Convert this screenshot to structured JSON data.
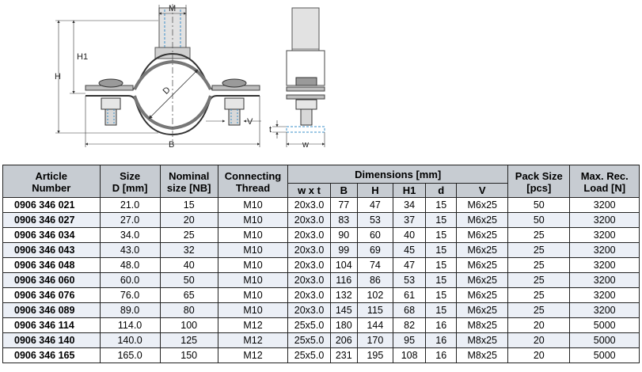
{
  "drawing": {
    "labels": {
      "m": "M",
      "h1": "H1",
      "h": "H",
      "d": "D",
      "v": "V",
      "b": "B",
      "t": "t",
      "w": "w"
    }
  },
  "table": {
    "headers": {
      "article": [
        "Article",
        "Number"
      ],
      "size": [
        "Size",
        "D [mm]"
      ],
      "nominal": [
        "Nominal",
        "size [NB]"
      ],
      "connecting": [
        "Connecting",
        "Thread"
      ],
      "dimensions": "Dimensions [mm]",
      "dim_cols": [
        "w x t",
        "B",
        "H",
        "H1",
        "d",
        "V"
      ],
      "pack": [
        "Pack Size",
        "[pcs]"
      ],
      "maxload": [
        "Max. Rec.",
        "Load [N]"
      ]
    },
    "rows": [
      [
        "0906 346 021",
        "21.0",
        "15",
        "M10",
        "20x3.0",
        "77",
        "47",
        "34",
        "15",
        "M6x25",
        "50",
        "3200"
      ],
      [
        "0906 346 027",
        "27.0",
        "20",
        "M10",
        "20x3.0",
        "83",
        "53",
        "37",
        "15",
        "M6x25",
        "50",
        "3200"
      ],
      [
        "0906 346 034",
        "34.0",
        "25",
        "M10",
        "20x3.0",
        "90",
        "60",
        "40",
        "15",
        "M6x25",
        "25",
        "3200"
      ],
      [
        "0906 346 043",
        "43.0",
        "32",
        "M10",
        "20x3.0",
        "99",
        "69",
        "45",
        "15",
        "M6x25",
        "25",
        "3200"
      ],
      [
        "0906 346 048",
        "48.0",
        "40",
        "M10",
        "20x3.0",
        "104",
        "74",
        "47",
        "15",
        "M6x25",
        "25",
        "3200"
      ],
      [
        "0906 346 060",
        "60.0",
        "50",
        "M10",
        "20x3.0",
        "116",
        "86",
        "53",
        "15",
        "M6x25",
        "25",
        "3200"
      ],
      [
        "0906 346 076",
        "76.0",
        "65",
        "M10",
        "20x3.0",
        "132",
        "102",
        "61",
        "15",
        "M6x25",
        "25",
        "3200"
      ],
      [
        "0906 346 089",
        "89.0",
        "80",
        "M10",
        "20x3.0",
        "145",
        "115",
        "68",
        "15",
        "M6x25",
        "25",
        "3200"
      ],
      [
        "0906 346 114",
        "114.0",
        "100",
        "M12",
        "25x5.0",
        "180",
        "144",
        "82",
        "16",
        "M8x25",
        "20",
        "5000"
      ],
      [
        "0906 346 140",
        "140.0",
        "125",
        "M12",
        "25x5.0",
        "206",
        "170",
        "95",
        "16",
        "M8x25",
        "20",
        "5000"
      ],
      [
        "0906 346 165",
        "165.0",
        "150",
        "M12",
        "25x5.0",
        "231",
        "195",
        "108",
        "16",
        "M8x25",
        "20",
        "5000"
      ]
    ]
  },
  "colors": {
    "header_bg": "#c7ccd2",
    "alt_row_bg": "#ebeff6",
    "dash_blue": "#3a8fc9"
  }
}
